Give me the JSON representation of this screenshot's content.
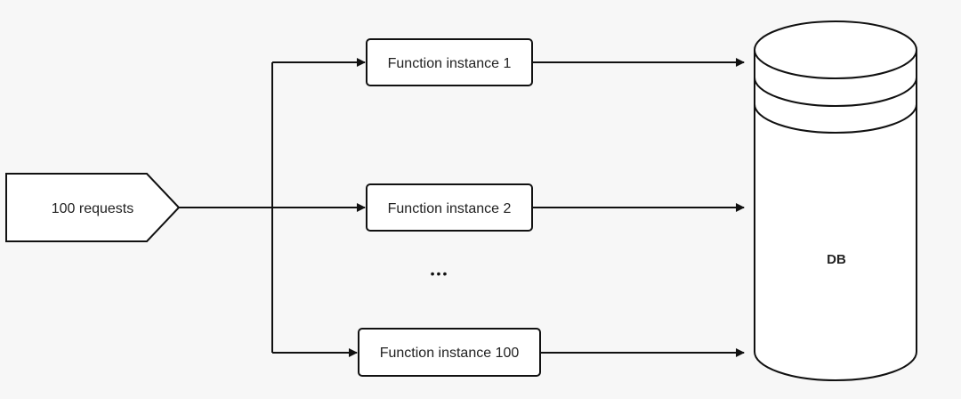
{
  "source": {
    "label": "100 requests"
  },
  "instances": [
    {
      "label": "Function instance 1"
    },
    {
      "label": "Function instance 2"
    },
    {
      "label": "Function instance 100"
    }
  ],
  "ellipsis": "•••",
  "database": {
    "label": "DB"
  },
  "colors": {
    "background": "#f7f7f7",
    "stroke": "#111111",
    "fill": "#ffffff"
  }
}
